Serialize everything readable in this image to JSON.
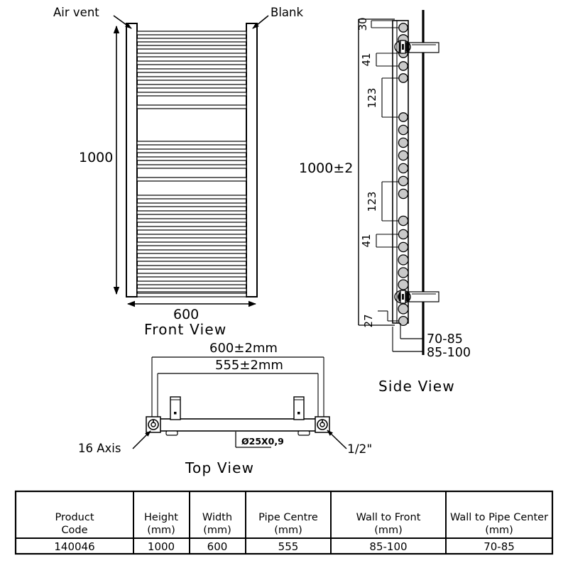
{
  "drawing": {
    "title": "Towel Rail Radiator Technical Drawing",
    "line_color": "#000000",
    "fill_color": "#ffffff",
    "pipe_fill": "#c9c9c9",
    "views": {
      "front": {
        "label": "Front View",
        "height_dim": "1000",
        "width_dim": "600",
        "callout_left": "Air vent",
        "callout_right": "Blank",
        "rung_count": 29
      },
      "side": {
        "label": "Side View",
        "height_dim": "1000±2",
        "dims_vertical": [
          "30",
          "41",
          "123",
          "123",
          "41",
          "27"
        ],
        "wall_to_pipe": "70-85",
        "wall_to_front": "85-100",
        "pipe_count": 24
      },
      "top": {
        "label": "Top View",
        "overall_dim": "600±2mm",
        "centre_dim": "555±2mm",
        "tube_spec": "Ø25X0,9",
        "callout_left": "16 Axis",
        "callout_right": "1/2\""
      }
    }
  },
  "table": {
    "headers": [
      "Product\nCode",
      "Height\n(mm)",
      "Width\n(mm)",
      "Pipe Centre\n(mm)",
      "Wall to Front\n(mm)",
      "Wall to Pipe Center\n(mm)"
    ],
    "headers_split": [
      {
        "l1": "Product",
        "l2": "Code"
      },
      {
        "l1": "Height",
        "l2": "(mm)"
      },
      {
        "l1": "Width",
        "l2": "(mm)"
      },
      {
        "l1": "Pipe Centre",
        "l2": "(mm)"
      },
      {
        "l1": "Wall to Front",
        "l2": "(mm)"
      },
      {
        "l1": "Wall to Pipe Center",
        "l2": "(mm)"
      }
    ],
    "rows": [
      {
        "product_code": "140046",
        "height": "1000",
        "width": "600",
        "pipe_centre": "555",
        "wall_to_front": "85-100",
        "wall_to_pipe_center": "70-85"
      }
    ]
  }
}
